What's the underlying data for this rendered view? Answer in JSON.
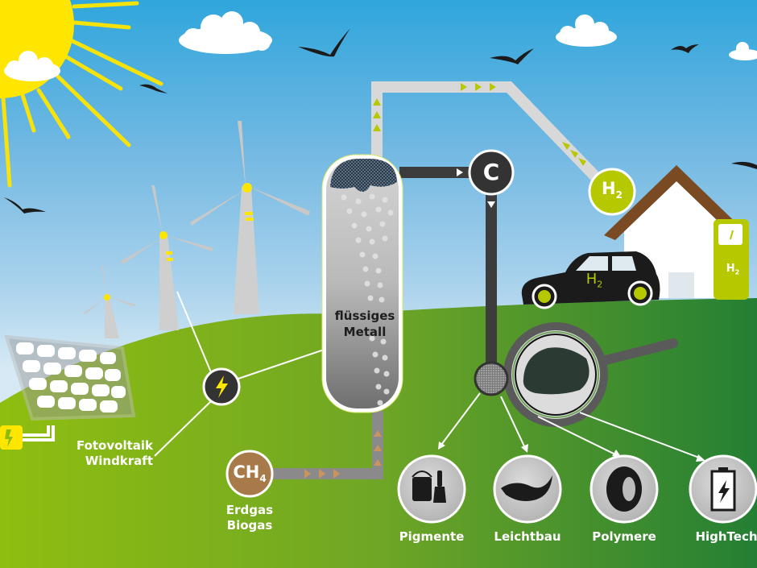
{
  "diagram": {
    "title": "",
    "reactor": {
      "label_line1": "flüssiges",
      "label_line2": "Metall"
    },
    "inputs": [
      {
        "id": "electricity",
        "icon": "lightning-icon",
        "label_line1": "Fotovoltaik",
        "label_line2": "Windkraft"
      },
      {
        "id": "methane",
        "symbol": "CH",
        "subscript": "4",
        "label_line1": "Erdgas",
        "label_line2": "Biogas",
        "color": "#a87a4a"
      }
    ],
    "outputs": {
      "hydrogen": {
        "symbol": "H",
        "subscript": "2",
        "color": "#b5c800"
      },
      "carbon": {
        "symbol": "C",
        "color": "#333333"
      },
      "car_label": {
        "symbol": "H",
        "subscript": "2"
      },
      "pump_label": {
        "symbol": "H",
        "subscript": "2"
      }
    },
    "applications": [
      {
        "label": "Pigmente",
        "icon": "paint-bucket-brush-icon"
      },
      {
        "label": "Leichtbau",
        "icon": "feather-icon"
      },
      {
        "label": "Polymere",
        "icon": "tire-icon"
      },
      {
        "label": "HighTech",
        "icon": "battery-icon"
      }
    ],
    "colors": {
      "sky_top": "#2fa6dc",
      "grass_left": "#8cbb12",
      "grass_right": "#2e8a33",
      "pipe_light": "#d8d8d8",
      "pipe_dark": "#3c3c3c",
      "pipe_methane": "#8a8a8a",
      "arrow_green": "#b5c800",
      "arrow_brown": "#c9955a",
      "roof": "#7a4a22",
      "sun": "#ffe600"
    }
  }
}
